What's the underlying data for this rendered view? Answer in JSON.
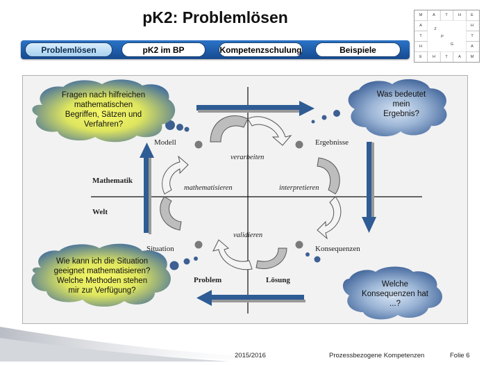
{
  "slide": {
    "title": "pK2: Problemlösen"
  },
  "logo": {
    "letters": [
      "M",
      "A",
      "T",
      "H",
      "E",
      "A",
      "Z",
      "H",
      "T",
      "P",
      "T",
      "H",
      "G",
      "A",
      "E",
      "H",
      "T",
      "A",
      "M"
    ]
  },
  "nav": {
    "items": [
      {
        "label": "Problemlösen",
        "active": true
      },
      {
        "label": "pK2 im BP",
        "active": false
      },
      {
        "label": "Kompetenzschulung",
        "active": false
      },
      {
        "label": "Beispiele",
        "active": false
      }
    ]
  },
  "diagram": {
    "corners": {
      "modell": "Modell",
      "ergebnisse": "Ergebnisse",
      "situation": "Situation",
      "konsequenzen": "Konsequenzen"
    },
    "steps": {
      "verarbeiten": "verarbeiten",
      "mathematisieren": "mathematisieren",
      "interpretieren": "interpretieren",
      "validieren": "validieren"
    },
    "domains": {
      "mathematik": "Mathematik",
      "welt": "Welt"
    },
    "bottom": {
      "problem": "Problem",
      "loesung": "Lösung"
    },
    "bubbles": {
      "top_left": [
        "Fragen nach hilfreichen",
        "mathematischen",
        "Begriffen, Sätzen und",
        "Verfahren?"
      ],
      "top_right": [
        "Was bedeutet",
        "mein",
        "Ergebnis?"
      ],
      "bottom_left": [
        "Wie kann ich die Situation",
        "geeignet mathematisieren?",
        "Welche Methoden stehen",
        "mir zur Verfügung?"
      ],
      "bottom_right": [
        "Welche",
        "Konsequenzen hat",
        "...?"
      ]
    }
  },
  "footer": {
    "year": "2015/2016",
    "topic": "Prozessbezogene Kompetenzen",
    "slide": "Folie 6"
  },
  "colors": {
    "nav_blue": "#1d5aa6",
    "arrow_blue": "#2e5c94",
    "bubble_yellow": "#eef05a",
    "bubble_blue": "#4a6fa5"
  }
}
